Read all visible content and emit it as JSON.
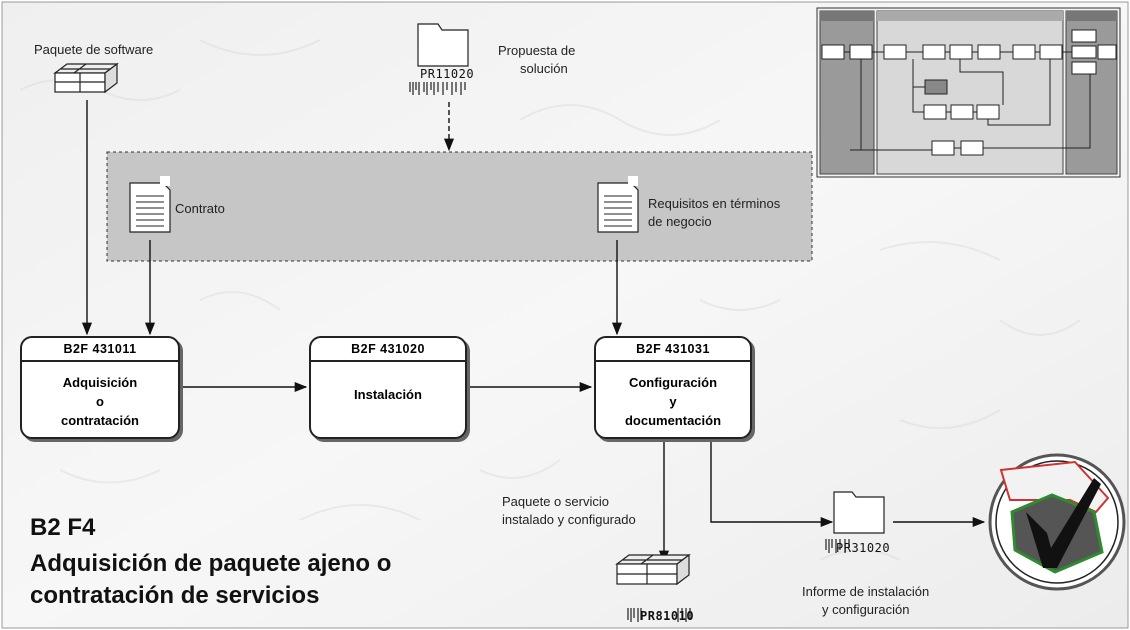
{
  "software_package": {
    "label": "Paquete de software"
  },
  "solution_proposal": {
    "code": "PR11020",
    "label_line1": "Propuesta de",
    "label_line2": "solución"
  },
  "contract_doc": {
    "label": "Contrato"
  },
  "business_requirements_doc": {
    "label_line1": "Requisitos en términos",
    "label_line2": "de negocio"
  },
  "processes": [
    {
      "code": "B2F 431011",
      "name": "Adquisición\no\ncontratación"
    },
    {
      "code": "B2F 431020",
      "name": "Instalación"
    },
    {
      "code": "B2F 431031",
      "name": "Configuración\ny\ndocumentación"
    }
  ],
  "installed_package": {
    "label_line1": "Paquete o servicio",
    "label_line2": "instalado y configurado",
    "code": "PR81010"
  },
  "installation_report": {
    "code": "PR31020",
    "label_line1": "Informe de instalación",
    "label_line2": "y configuración"
  },
  "title": {
    "code": "B2 F4",
    "line1": "Adquisición de paquete ajeno o",
    "line2": "contratación de servicios"
  },
  "colors": {
    "region_fill": "#c8c8c8",
    "arrow": "#111111",
    "check_green": "#3a8a3a",
    "check_red": "#d04040"
  }
}
